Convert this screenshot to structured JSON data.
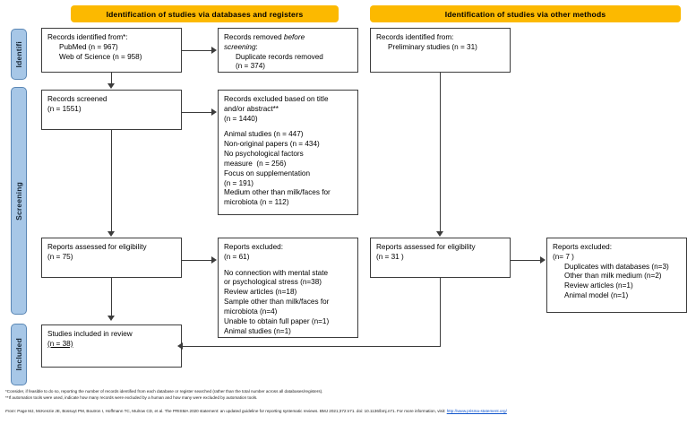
{
  "headers": {
    "databases": "Identification of studies via databases and registers",
    "other": "Identification of studies via other methods"
  },
  "stages": {
    "identification": "Identifi",
    "screening": "Screening",
    "included": "Included"
  },
  "boxes": {
    "records_identified": {
      "l1": "Records identified from*:",
      "l2": "PubMed (n = 967)",
      "l3": "Web of Science (n = 958)"
    },
    "records_removed": {
      "l1a": "Records removed ",
      "l1b": "before",
      "l2a": "screening",
      "l2b": ":",
      "l3": "Duplicate records removed",
      "l4": "(n = 374)"
    },
    "records_screened": {
      "l1": "Records screened",
      "l2": "(n = 1551)"
    },
    "records_excluded": {
      "l1": "Records excluded based on title",
      "l2": "and/or abstract**",
      "l3": "(n = 1440)",
      "l4": "Animal studies (n = 447)",
      "l5": "Non-original papers (n = 434)",
      "l6": "No psychological factors",
      "l7": "measure  (n = 256)",
      "l8": "Focus on supplementation",
      "l9": "(n = 191)",
      "l10": "Medium other than milk/faces for",
      "l11": "microbiota (n = 112)"
    },
    "reports_assessed_left": {
      "l1": "Reports assessed for eligibility",
      "l2": "(n = 75)"
    },
    "reports_excluded_left": {
      "l1": "Reports excluded:",
      "l2": "(n = 61)",
      "l3": "No connection with mental state",
      "l4": "or psychological stress (n=38)",
      "l5": "Review articles (n=18)",
      "l6": "Sample other than milk/faces for",
      "l7": "microbiota (n=4)",
      "l8": "Unable to obtain full paper (n=1)",
      "l9": "Animal studies (n=1)"
    },
    "studies_included": {
      "l1": "Studies included in review",
      "l2": "(n = 38)"
    },
    "records_identified_other": {
      "l1": "Records identified from:",
      "l2": "Preliminary studies (n = 31)"
    },
    "reports_assessed_right": {
      "l1": "Reports assessed for eligibility",
      "l2": "(n = 31 )"
    },
    "reports_excluded_right": {
      "l1": "Reports excluded:",
      "l2": "(n= 7 )",
      "l3": "Duplicates with databases (n=3)",
      "l4": "Other than milk medium (n=2)",
      "l5": "Review articles (n=1)",
      "l6": "Animal model (n=1)"
    }
  },
  "footnotes": {
    "star": "*Consider, if feasible to do so, reporting the number of records identified from each database or register searched (rather than the total number across all databases/registers).",
    "doublestar": "**If automation tools were used, indicate how many records were excluded by a human and how many were excluded by automation tools.",
    "source_label": "From:",
    "source_text": "  Page MJ, McKenzie JE, Bossuyt PM, Boutron I, Hoffmann TC, Mulrow CD, et al. The PRISMA 2020 statement: an updated guideline for reporting systematic reviews. BMJ 2021;372:n71. doi: 10.1136/bmj.n71. For more information, visit: ",
    "source_link": "http://www.prisma-statement.org/"
  },
  "colors": {
    "header_yellow": "#fcb900",
    "stage_blue": "#a7c7e7",
    "box_border": "#3c3c3c",
    "link_blue": "#1155cc"
  }
}
